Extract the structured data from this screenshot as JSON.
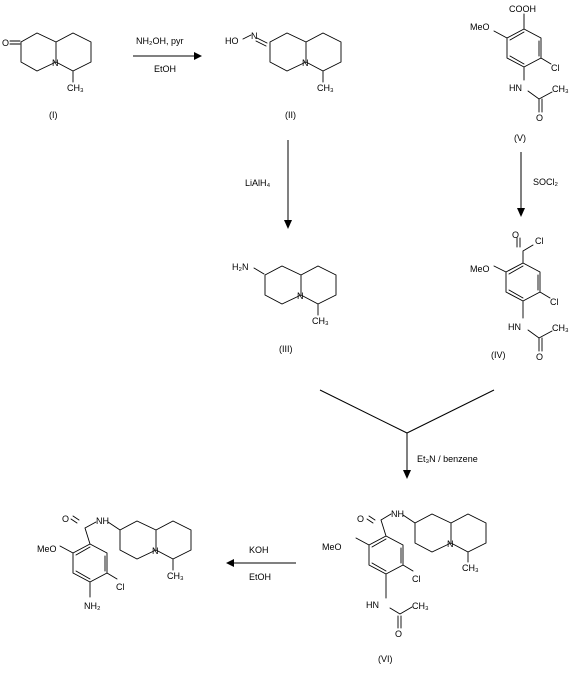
{
  "compounds": {
    "I": {
      "label": "(I)",
      "atoms": {
        "O": "O",
        "N": "N",
        "CH3": "CH₃"
      }
    },
    "II": {
      "label": "(II)",
      "atoms": {
        "HON": "HO",
        "Neq": "N",
        "N": "N",
        "CH3": "CH₃"
      }
    },
    "III": {
      "label": "(III)",
      "atoms": {
        "H2N": "H₂N",
        "N": "N",
        "CH3": "CH₃"
      }
    },
    "IV": {
      "label": "(IV)",
      "atoms": {
        "O": "O",
        "Cl_acyl": "Cl",
        "MeO": "MeO",
        "Cl": "Cl",
        "HN": "HN",
        "CH3": "CH₃",
        "O2": "O"
      }
    },
    "V": {
      "label": "(V)",
      "atoms": {
        "COOH": "COOH",
        "MeO": "MeO",
        "Cl": "Cl",
        "HN": "HN",
        "CH3": "CH₃",
        "O": "O"
      }
    },
    "VI": {
      "label": "(VI)",
      "atoms": {
        "O": "O",
        "NH": "NH",
        "MeO": "MeO",
        "Cl": "Cl",
        "HN": "HN",
        "CH3": "CH₃",
        "O2": "O",
        "N": "N",
        "CH3b": "CH₃"
      }
    },
    "final": {
      "atoms": {
        "O": "O",
        "NH": "NH",
        "MeO": "MeO",
        "Cl": "Cl",
        "NH2": "NH₂",
        "N": "N",
        "CH3": "CH₃"
      }
    }
  },
  "reagents": {
    "step1_top": "NH₂OH, pyr",
    "step1_bottom": "EtOH",
    "step2": "LiAlH₄",
    "step3": "SOCl₂",
    "step4": "Et₃N / benzene",
    "step5_top": "KOH",
    "step5_bottom": "EtOH"
  }
}
